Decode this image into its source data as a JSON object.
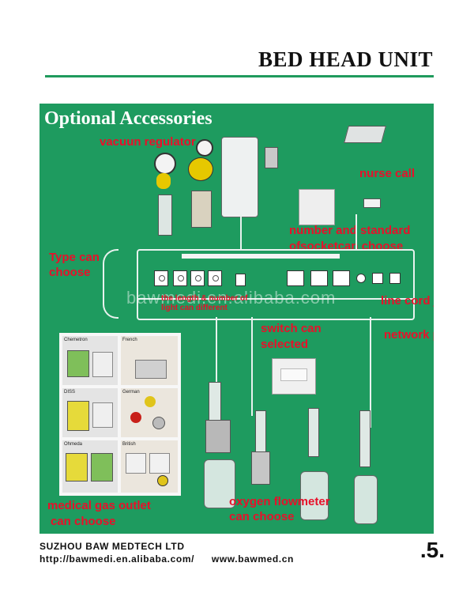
{
  "header": {
    "title": "BED HEAD UNIT"
  },
  "panel": {
    "heading": "Optional  Accessories",
    "watermark": "bawmedi.en.alibaba.com",
    "labels": {
      "vacuum": "vacuun regulator",
      "nurse_call": "nurse call",
      "socket_l1": "number and standard",
      "socket_l2": "ofsocketcan choose",
      "type_l1": "Type can",
      "type_l2": "choose",
      "light_l1": "the length & number of",
      "light_l2": "light can different",
      "cord": "line cord jack",
      "switch_l1": "switch can",
      "switch_l2": "selected",
      "network": "network port",
      "gas_l1": "medical gas outlet",
      "gas_l2": "can choose",
      "oxy_l1": "oxygen flowmeter",
      "oxy_l2": "can choose"
    },
    "gas_standards": [
      "Chemetron",
      "French",
      "DISS",
      "German",
      "Ohmeda",
      "British"
    ]
  },
  "footer": {
    "company": "SUZHOU BAW MEDTECH LTD",
    "url1": "http://bawmedi.en.alibaba.com/",
    "url2": "www.bawmed.cn",
    "page": ".5."
  }
}
